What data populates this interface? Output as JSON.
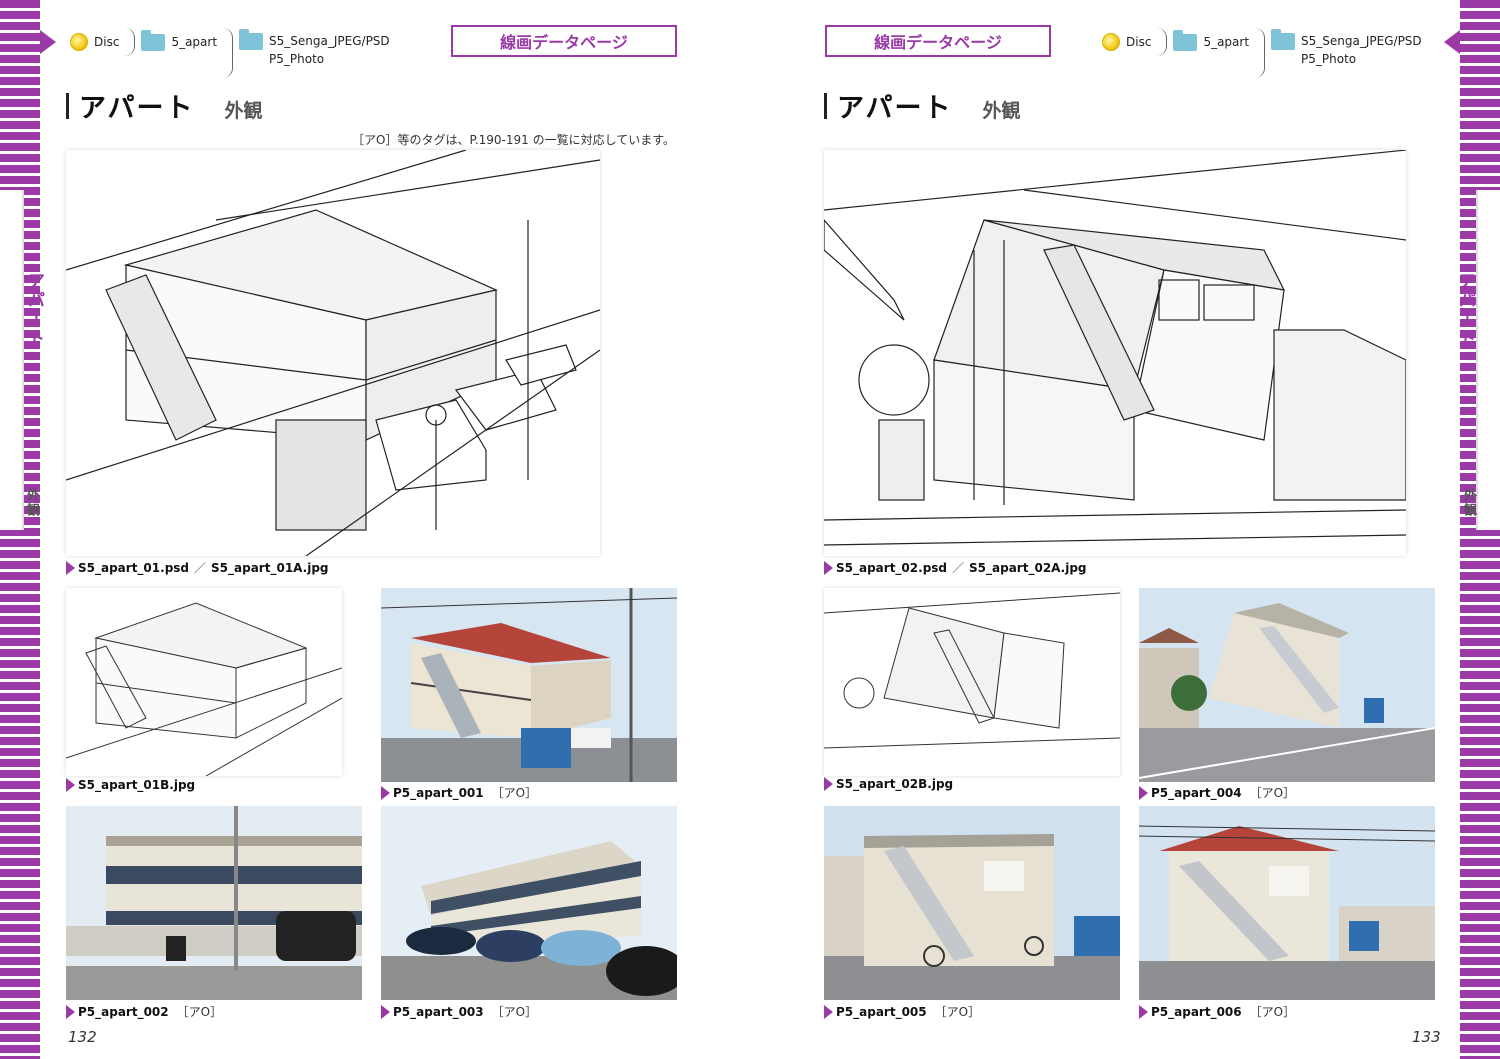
{
  "edge_tabs": {
    "main": "アパート",
    "sub": "外観"
  },
  "breadcrumb": {
    "disc": "Disc",
    "folder": "5_apart",
    "subfolder_line1": "S5_Senga_JPEG/PSD",
    "subfolder_line2": "P5_Photo"
  },
  "section_label": "線画データページ",
  "title": {
    "main": "アパート",
    "sub": "外観"
  },
  "note": "［アO］等のタグは、P.190-191 の一覧に対応しています。",
  "left_page": {
    "number": "132",
    "main_caption": {
      "a": "S5_apart_01.psd",
      "sep": "／",
      "b": "S5_apart_01A.jpg"
    },
    "cap_01b": "S5_apart_01B.jpg",
    "cap_001": "P5_apart_001",
    "cap_002": "P5_apart_002",
    "cap_003": "P5_apart_003",
    "tag": "［アO］"
  },
  "right_page": {
    "number": "133",
    "main_caption": {
      "a": "S5_apart_02.psd",
      "sep": "／",
      "b": "S5_apart_02A.jpg"
    },
    "cap_02b": "S5_apart_02B.jpg",
    "cap_004": "P5_apart_004",
    "cap_005": "P5_apart_005",
    "cap_006": "P5_apart_006",
    "tag": "［アO］"
  },
  "colors": {
    "accent": "#9b3aa6",
    "folder": "#7fc3d8",
    "disc": "#f1c40f"
  }
}
